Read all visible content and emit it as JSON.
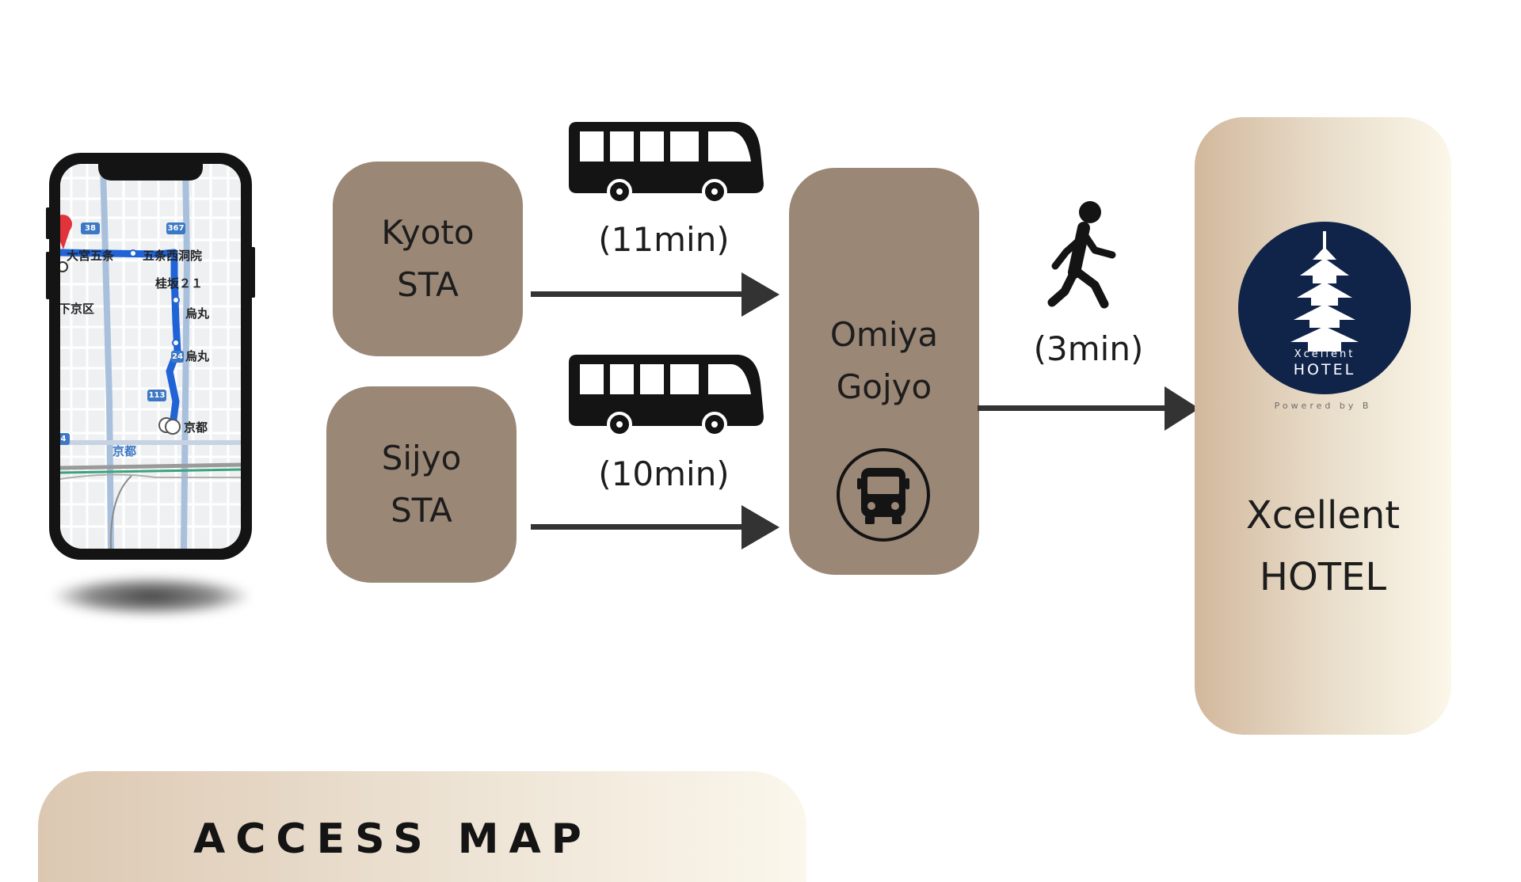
{
  "stations": {
    "kyoto": {
      "line1": "Kyoto",
      "line2": "STA"
    },
    "sijyo": {
      "line1": "Sijyo",
      "line2": "STA"
    },
    "omiya": {
      "line1": "Omiya",
      "line2": "Gojyo"
    }
  },
  "routes": {
    "kyoto_time": "(11min)",
    "sijyo_time": "(10min)",
    "walk_time": "(3min)"
  },
  "hotel": {
    "logo_word1": "Xcellent",
    "logo_word2": "HOTEL",
    "powered_by": "Powered by B",
    "name_line1": "Xcellent",
    "name_line2": "HOTEL"
  },
  "phone_map": {
    "labels": {
      "omiya_gojo": "大宮五条",
      "gojo_nishinotoin": "五条西洞院",
      "sakaka": "桂坂２１",
      "shimogyo": "下京区",
      "karasuma1": "烏丸",
      "karasuma2": "烏丸",
      "kyoto": "京都",
      "kyoto2": "京都"
    },
    "routes": [
      "38",
      "367",
      "24",
      "113",
      "4"
    ]
  },
  "banner": {
    "title": "ACCESS MAP"
  },
  "icons": [
    "bus-icon",
    "walking-person-icon",
    "bus-stop-icon",
    "pagoda-icon",
    "map-pin-icon"
  ],
  "colors": {
    "station_fill": "#9a8776",
    "arrow": "#333333",
    "logo_navy": "#10244a",
    "route_blue": "#1f63d6"
  }
}
